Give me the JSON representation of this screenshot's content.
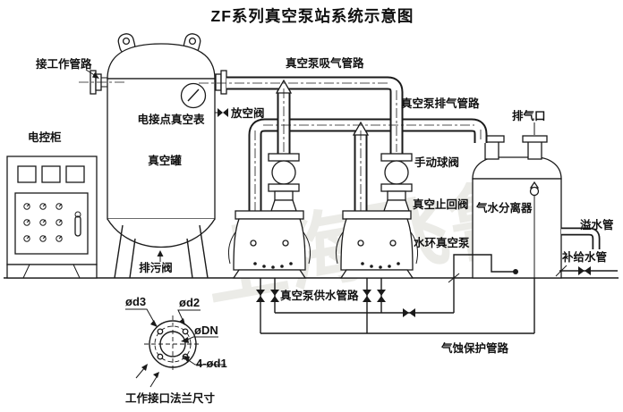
{
  "title": "ZF系列真空泵站系统示意图",
  "watermark": "上海飞鲁",
  "colors": {
    "line": "#1a1a1a",
    "background": "#ffffff",
    "watermark": "#ebebe7"
  },
  "labels": {
    "work_line": "接工作管路",
    "control_cabinet": "电控柜",
    "contact_vacuum_gauge": "电接点真空表",
    "vacuum_tank": "真空罐",
    "vent_valve": "放空阀",
    "suction_line": "真空泵吸气管路",
    "exhaust_line": "真空泵排气管路",
    "exhaust_port": "排气口",
    "manual_ball_valve": "手动球阀",
    "vacuum_check_valve": "真空止回阀",
    "water_ring_pump": "水环真空泵",
    "gas_water_separator": "气水分离器",
    "overflow_pipe": "溢水管",
    "makeup_water_pipe": "补给水管",
    "drain_valve": "排污阀",
    "supply_water_line": "真空泵供水管路",
    "cavitation_line": "气蚀保护管路"
  },
  "flange_detail": {
    "caption": "工作接口法兰尺寸",
    "dim_d3": "ød3",
    "dim_d2": "ød2",
    "dim_dn": "øDN",
    "dim_d1": "4-ød1"
  }
}
